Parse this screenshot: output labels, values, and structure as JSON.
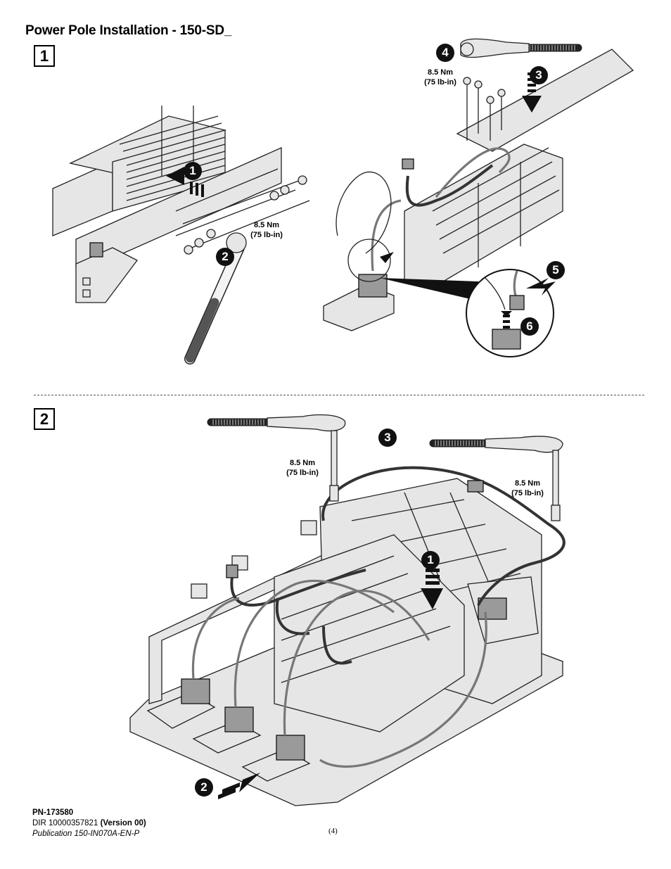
{
  "header": {
    "title": "Power Pole Installation - 150-SD_"
  },
  "steps": {
    "step1": {
      "number": "1",
      "torque_a": {
        "nm": "8.5 Nm",
        "lbin": "(75 lb-in)"
      },
      "torque_b": {
        "nm": "8.5 Nm",
        "lbin": "(75 lb-in)"
      },
      "callouts": [
        "1",
        "2",
        "3",
        "4",
        "5",
        "6"
      ]
    },
    "step2": {
      "number": "2",
      "torque_a": {
        "nm": "8.5 Nm",
        "lbin": "(75 lb-in)"
      },
      "torque_b": {
        "nm": "8.5 Nm",
        "lbin": "(75 lb-in)"
      },
      "callouts": [
        "1",
        "2",
        "3"
      ]
    }
  },
  "footer": {
    "part_number": "PN-173580",
    "dir_prefix": "DIR 10000357821 ",
    "dir_version": "(Version 00)",
    "publication": "Publication 150-IN070A-EN-P",
    "page_number": "(4)"
  }
}
